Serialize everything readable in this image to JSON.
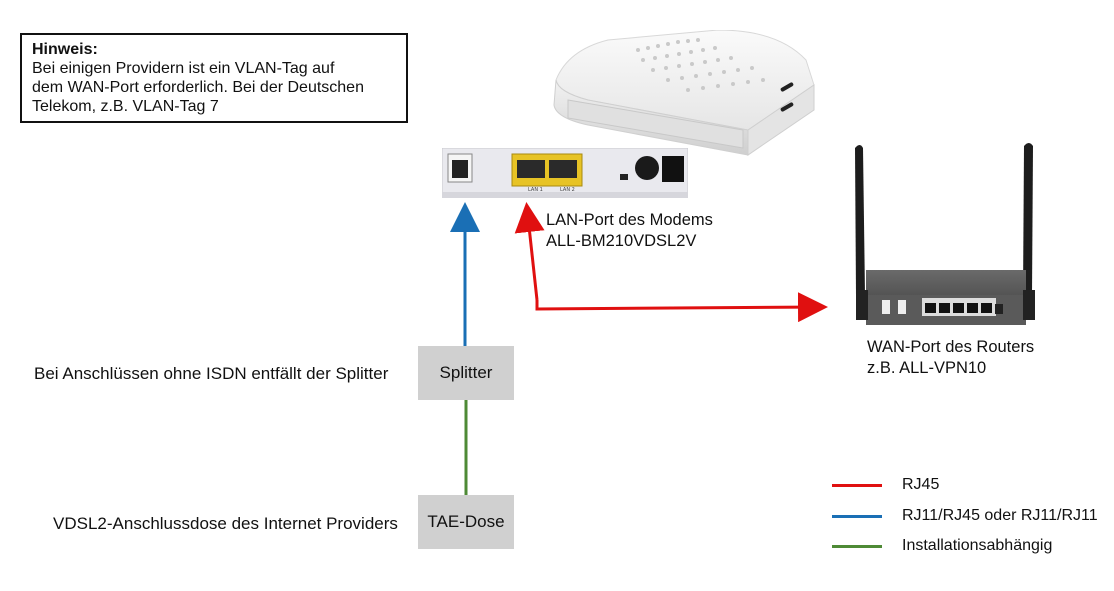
{
  "note": {
    "title": "Hinweis:",
    "lines": [
      "Bei einigen Providern ist ein VLAN-Tag auf",
      "dem WAN-Port erforderlich. Bei der Deutschen",
      "Telekom, z.B. VLAN-Tag 7"
    ]
  },
  "modem": {
    "port_label_line1": "LAN-Port des Modems",
    "port_label_line2": "ALL-BM210VDSL2V",
    "jack_labels": [
      "LAN 1",
      "LAN 2"
    ]
  },
  "router": {
    "label_line1": "WAN-Port des Routers",
    "label_line2": "z.B. ALL-VPN10"
  },
  "splitter": {
    "box_label": "Splitter",
    "description": "Bei Anschlüssen ohne ISDN entfällt der Splitter"
  },
  "tae": {
    "box_label": "TAE-Dose",
    "description": "VDSL2-Anschlussdose des Internet Providers"
  },
  "legend": [
    {
      "label": "RJ45",
      "color": "#e01010"
    },
    {
      "label": "RJ11/RJ45 oder RJ11/RJ11",
      "color": "#1a6fb5"
    },
    {
      "label": "Installationsabhängig",
      "color": "#4e8a35"
    }
  ],
  "colors": {
    "rj45": "#e01010",
    "rj11": "#1a6fb5",
    "install": "#4e8a35",
    "box_fill": "#d0d0d0"
  }
}
